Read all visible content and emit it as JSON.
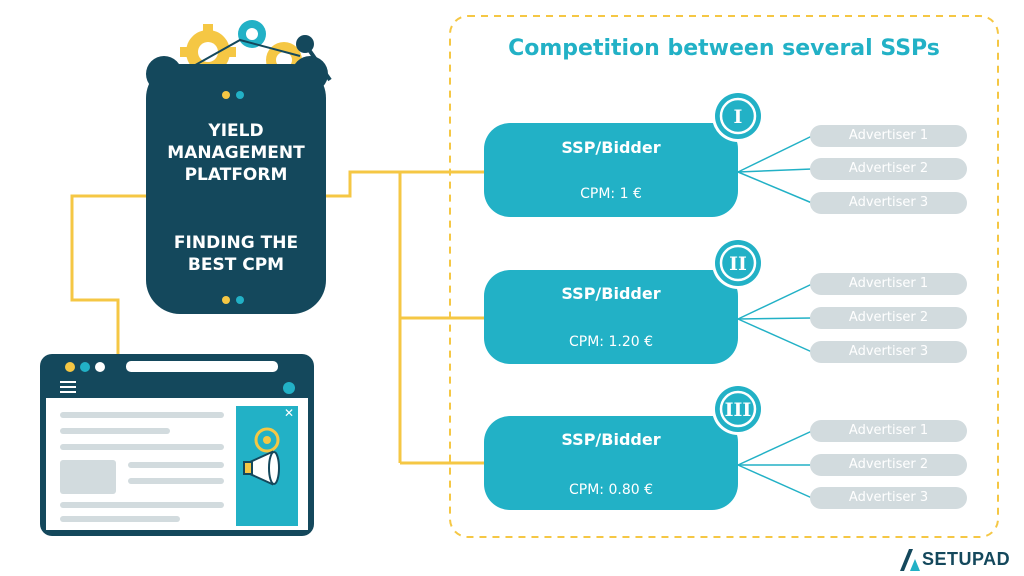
{
  "title": "Competition between several SSPs",
  "platform": {
    "title_lines": [
      "YIELD",
      "MANAGEMENT",
      "PLATFORM"
    ],
    "subtitle_lines": [
      "FINDING THE",
      "BEST CPM"
    ]
  },
  "ssps": [
    {
      "numeral": "I",
      "label": "SSP/Bidder",
      "cpm": "CPM: 1 €",
      "advertisers": [
        "Advertiser 1",
        "Advertiser 2",
        "Advertiser 3"
      ]
    },
    {
      "numeral": "II",
      "label": "SSP/Bidder",
      "cpm": "CPM: 1.20 €",
      "advertisers": [
        "Advertiser 1",
        "Advertiser 2",
        "Advertiser 3"
      ]
    },
    {
      "numeral": "III",
      "label": "SSP/Bidder",
      "cpm": "CPM: 0.80 €",
      "advertisers": [
        "Advertiser 1",
        "Advertiser 2",
        "Advertiser 3"
      ]
    }
  ],
  "browser": {
    "ad_close": "✕"
  },
  "logo": {
    "text": "SETUPAD"
  },
  "colors": {
    "teal": "#22b1c6",
    "dark": "#14485c",
    "yellow": "#f5c744",
    "pill": "#d2dbde"
  }
}
